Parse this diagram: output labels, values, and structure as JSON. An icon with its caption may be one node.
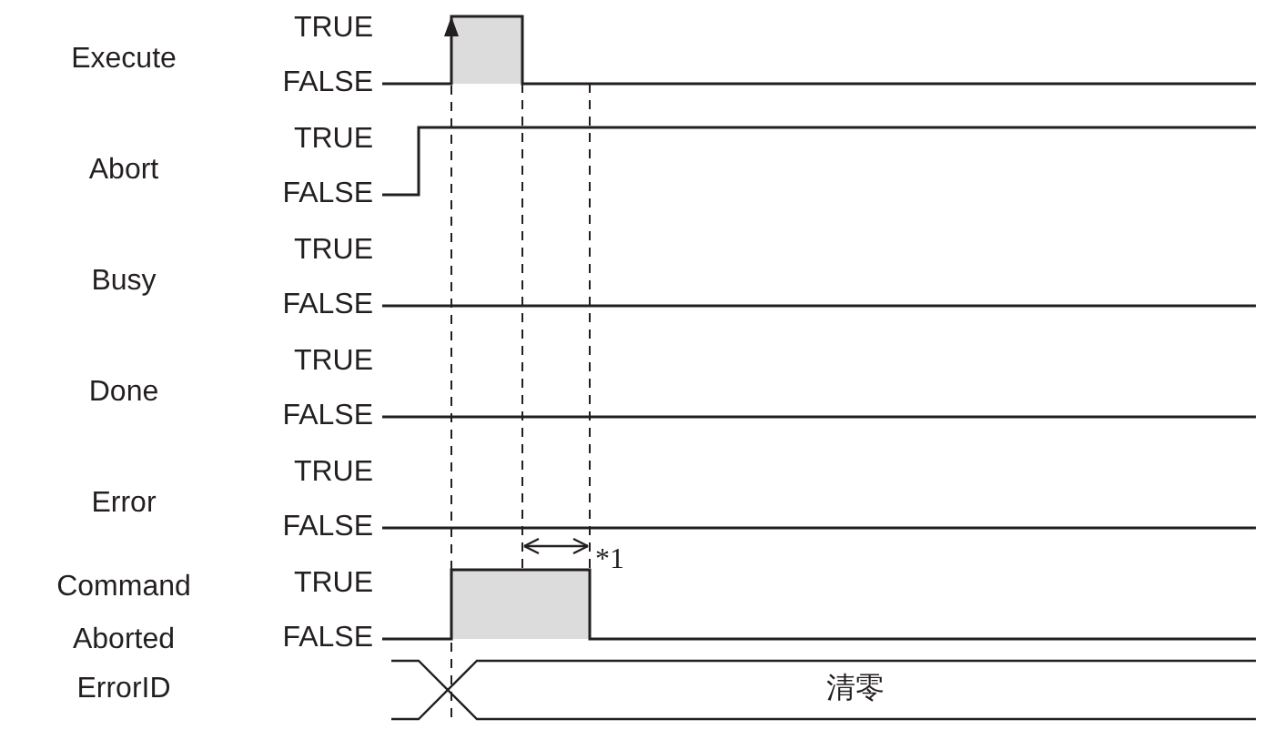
{
  "diagram": {
    "labels": [
      "TRUE",
      "Execute",
      "FALSE",
      "TRUE",
      "Abort",
      "FALSE",
      "TRUE",
      "Busy",
      "FALSE",
      "TRUE",
      "Done",
      "FALSE",
      "TRUE",
      "Error",
      "FALSE",
      "*1",
      "Command Aborted",
      "TRUE",
      "FALSE",
      "ErrorID",
      "清零"
    ]
  }
}
